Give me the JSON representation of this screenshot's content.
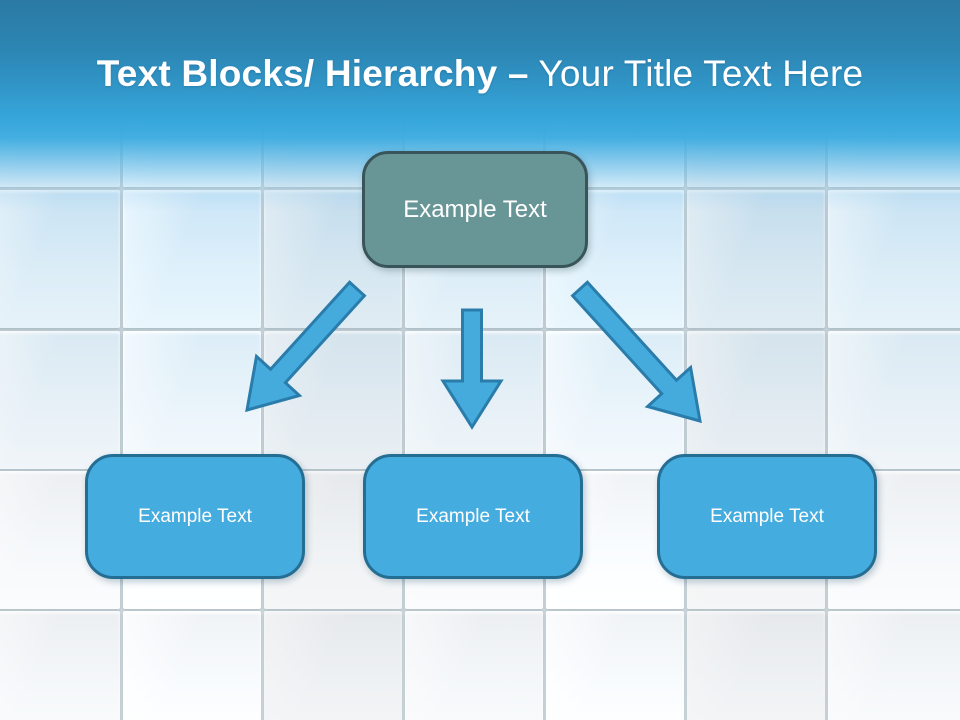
{
  "slide": {
    "title": {
      "bold": "Text Blocks/ Hierarchy –",
      "regular": " Your Title Text Here"
    },
    "hierarchy": {
      "root": {
        "label": "Example Text"
      },
      "children": [
        {
          "label": "Example Text"
        },
        {
          "label": "Example Text"
        },
        {
          "label": "Example Text"
        }
      ]
    },
    "arrows": [
      {
        "name": "arrow-root-to-left-child",
        "direction": "down-left"
      },
      {
        "name": "arrow-root-to-middle-child",
        "direction": "down"
      },
      {
        "name": "arrow-root-to-right-child",
        "direction": "down-right"
      }
    ],
    "colors": {
      "header_top": "#2b7aa3",
      "header_bottom": "#3eace0",
      "root_fill": "#689697",
      "root_border": "#3a555a",
      "child_fill": "#45acdf",
      "child_border": "#256e93",
      "arrow_fill": "#45abdd",
      "arrow_stroke": "#2a7cab",
      "text": "#ffffff"
    }
  }
}
